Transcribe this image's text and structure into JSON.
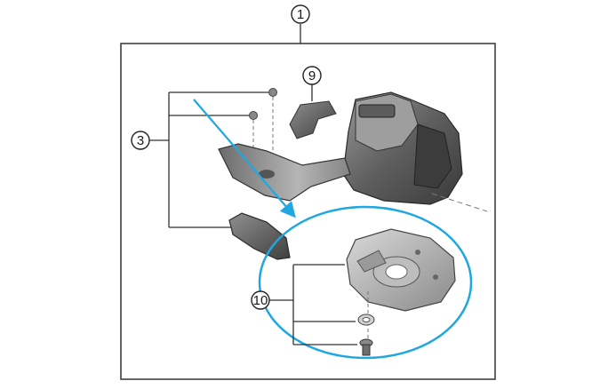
{
  "callouts": {
    "assembly": "1",
    "group_3": "3",
    "part_9": "9",
    "group_10": "10"
  },
  "colors": {
    "highlight": "#1ea7e1",
    "line": "#333333",
    "body_dark": "#4a4a4a",
    "body_mid": "#7a7a7a",
    "body_light": "#b8b8b8"
  }
}
